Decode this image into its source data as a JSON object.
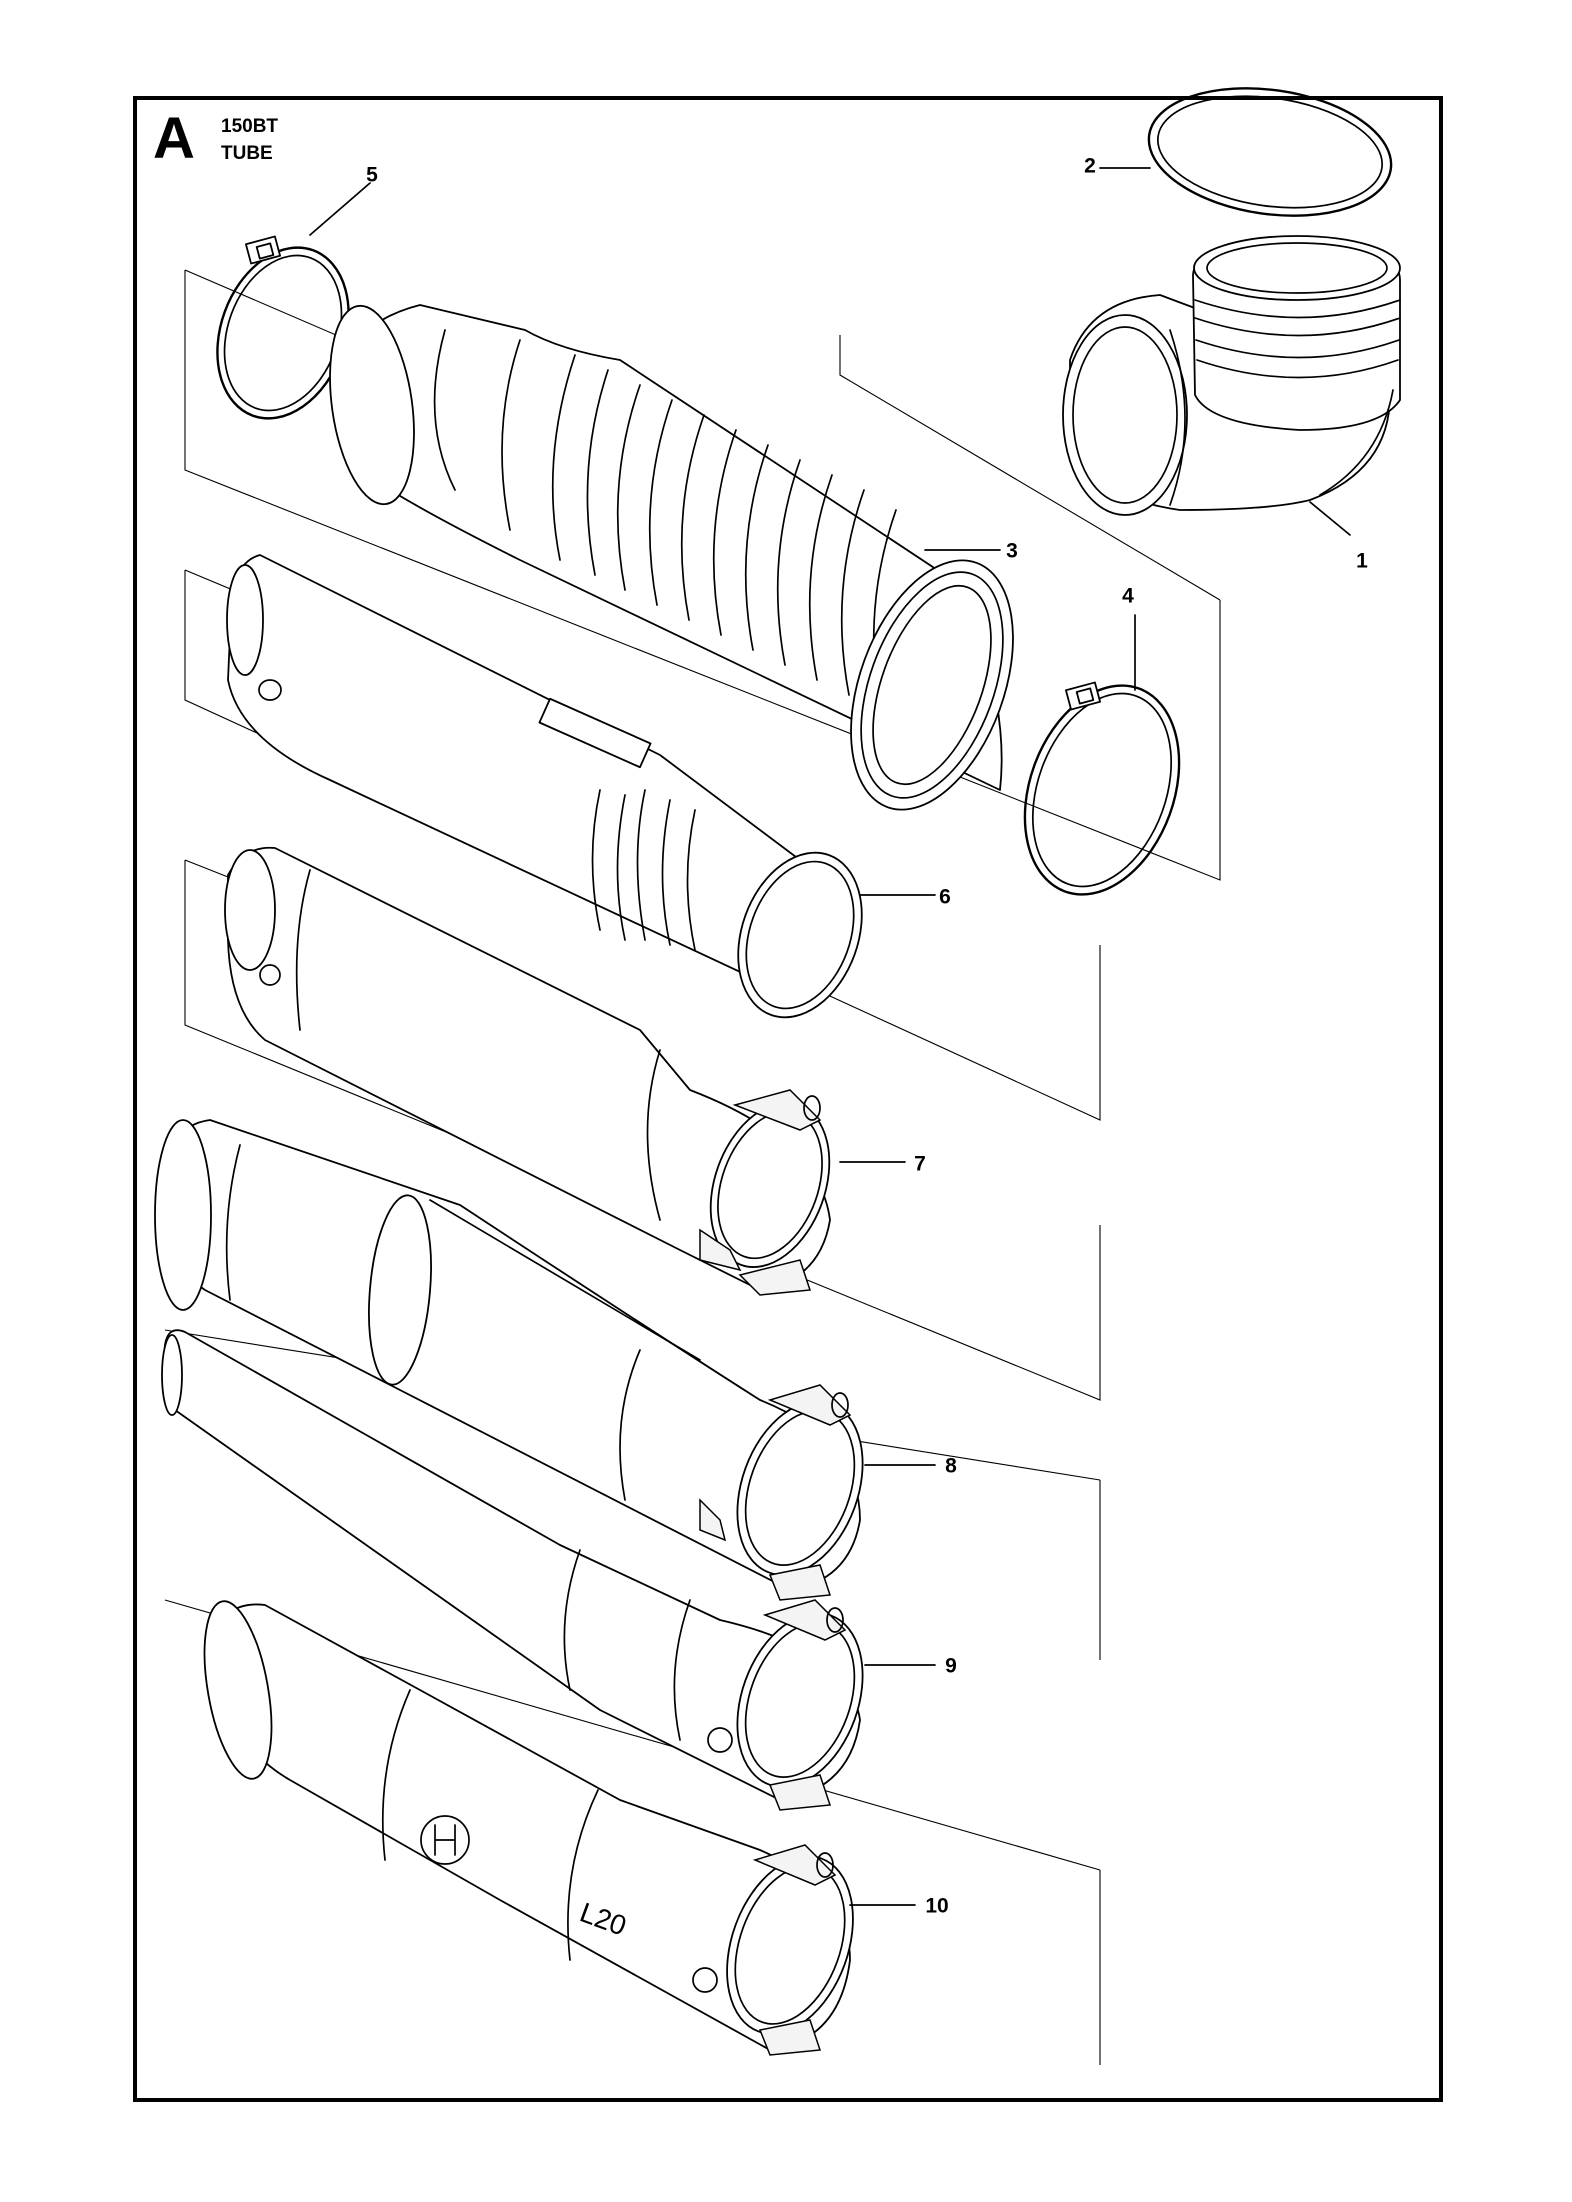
{
  "header": {
    "section_letter": "A",
    "model": "150BT",
    "group": "TUBE"
  },
  "parts": [
    {
      "ref": "1"
    },
    {
      "ref": "2"
    },
    {
      "ref": "3"
    },
    {
      "ref": "4"
    },
    {
      "ref": "5"
    },
    {
      "ref": "6"
    },
    {
      "ref": "7"
    },
    {
      "ref": "8"
    },
    {
      "ref": "9"
    },
    {
      "ref": "10"
    }
  ],
  "nozzle_marking": "L20"
}
